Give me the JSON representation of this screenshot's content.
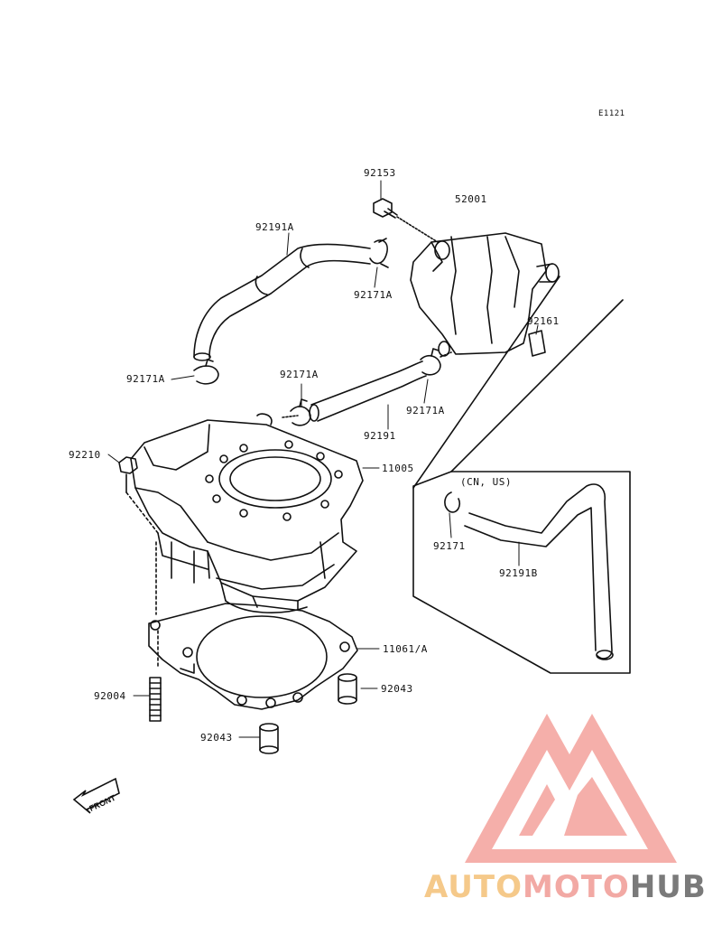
{
  "diagram_code": "E1121",
  "parts": {
    "p92153": "92153",
    "p52001": "52001",
    "p92191A": "92191A",
    "p92171A_top": "92171A",
    "p92161": "92161",
    "p92171A_left": "92171A",
    "p92171A_mid": "92171A",
    "p92171A_right": "92171A",
    "p92191": "92191",
    "p92210": "92210",
    "p11005": "11005",
    "p11061A": "11061/A",
    "p92004": "92004",
    "p92043_right": "92043",
    "p92043_bottom": "92043",
    "p92171": "92171",
    "p92191B": "92191B"
  },
  "inset_label": "(CN, US)",
  "front_label": "FRONT",
  "watermark": {
    "part1": "AUTO",
    "part2": "MOTO",
    "part3": "HUB",
    "colors": {
      "auto": "#f5c98a",
      "moto": "#f2a9a4",
      "hub": "#7a7a7a",
      "logo": "#f08d86"
    }
  }
}
